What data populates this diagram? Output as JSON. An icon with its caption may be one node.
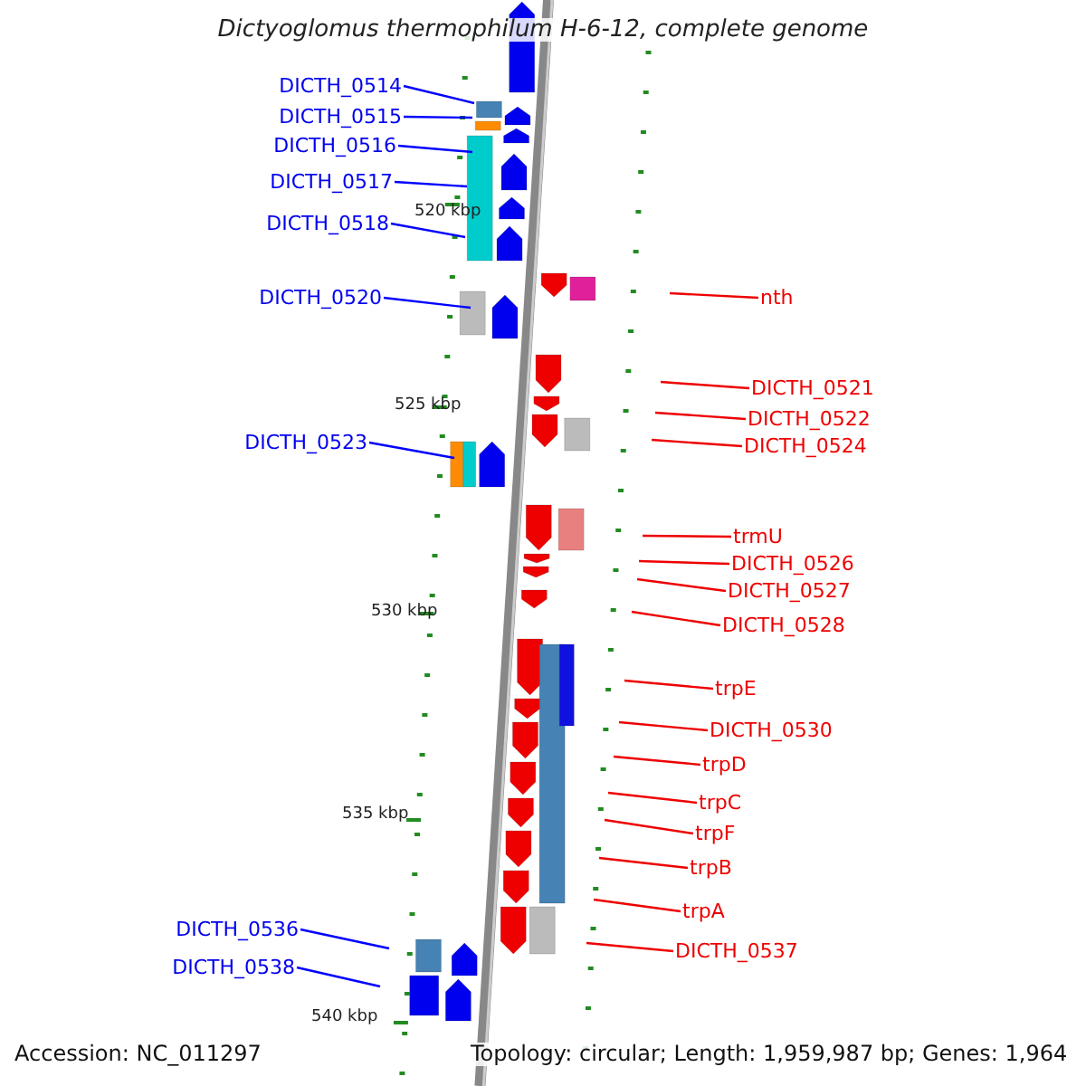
{
  "diagram": {
    "title": "Dictyoglomus thermophilum H-6-12, complete genome",
    "nodes": [
      {
        "text": [
          "DICTH_0514"
        ]
      },
      {
        "text": [
          "DICTH_0515"
        ]
      },
      {
        "text": [
          "DICTH_0516"
        ]
      },
      {
        "text": [
          "DICTH_0517"
        ]
      },
      {
        "text": [
          "DICTH_0518"
        ]
      },
      {
        "text": [
          "DICTH_0520"
        ]
      },
      {
        "text": [
          "DICTH_0523"
        ]
      },
      {
        "text": [
          "DICTH_0536"
        ]
      },
      {
        "text": [
          "DICTH_0538"
        ]
      },
      {
        "text": [
          "nth"
        ]
      },
      {
        "text": [
          "DICTH_0521"
        ]
      },
      {
        "text": [
          "DICTH_0522"
        ]
      },
      {
        "text": [
          "DICTH_0524"
        ]
      },
      {
        "text": [
          "trmU"
        ]
      },
      {
        "text": [
          "DICTH_0526"
        ]
      },
      {
        "text": [
          "DICTH_0527"
        ]
      },
      {
        "text": [
          "DICTH_0528"
        ]
      },
      {
        "text": [
          "trpE"
        ]
      },
      {
        "text": [
          "DICTH_0530"
        ]
      },
      {
        "text": [
          "trpD"
        ]
      },
      {
        "text": [
          "trpC"
        ]
      },
      {
        "text": [
          "trpF"
        ]
      },
      {
        "text": [
          "trpB"
        ]
      },
      {
        "text": [
          "trpA"
        ]
      },
      {
        "text": [
          "DICTH_0537"
        ]
      }
    ],
    "edges": [
      {
        "from": 0,
        "to": null,
        "arrow": "none",
        "color": "#0000ff"
      },
      {
        "from": 1,
        "to": null,
        "arrow": "none",
        "color": "#0000ff"
      },
      {
        "from": 2,
        "to": null,
        "arrow": "none",
        "color": "#0000ff"
      },
      {
        "from": 3,
        "to": null,
        "arrow": "none",
        "color": "#0000ff"
      },
      {
        "from": 4,
        "to": null,
        "arrow": "none",
        "color": "#0000ff"
      },
      {
        "from": 5,
        "to": null,
        "arrow": "none",
        "color": "#0000ff"
      },
      {
        "from": 6,
        "to": null,
        "arrow": "none",
        "color": "#0000ff"
      },
      {
        "from": 7,
        "to": null,
        "arrow": "none",
        "color": "#0000ff"
      },
      {
        "from": 8,
        "to": null,
        "arrow": "none",
        "color": "#0000ff"
      },
      {
        "from": 9,
        "to": null,
        "arrow": "none"
      },
      {
        "from": 10,
        "to": null,
        "arrow": "none"
      },
      {
        "from": 11,
        "to": null,
        "arrow": "none"
      },
      {
        "from": 12,
        "to": null,
        "arrow": "none"
      },
      {
        "from": 13,
        "to": null,
        "arrow": "none"
      },
      {
        "from": 14,
        "to": null,
        "arrow": "none"
      },
      {
        "from": 15,
        "to": null,
        "arrow": "none"
      },
      {
        "from": 16,
        "to": null,
        "arrow": "none"
      },
      {
        "from": 17,
        "to": null,
        "arrow": "none"
      },
      {
        "from": 18,
        "to": null,
        "arrow": "none"
      },
      {
        "from": 19,
        "to": null,
        "arrow": "none"
      },
      {
        "from": 20,
        "to": null,
        "arrow": "none"
      },
      {
        "from": 21,
        "to": null,
        "arrow": "none"
      },
      {
        "from": 22,
        "to": null,
        "arrow": "none"
      },
      {
        "from": 23,
        "to": null,
        "arrow": "none"
      },
      {
        "from": 24,
        "to": null,
        "arrow": "none"
      }
    ],
    "labels": [
      "520 kbp",
      "525 kbp",
      "530 kbp",
      "535 kbp",
      "540 kbp",
      "Accession: NC_011297",
      "Topology: circular; Length: 1,959,987 bp; Genes: 1,964"
    ]
  }
}
